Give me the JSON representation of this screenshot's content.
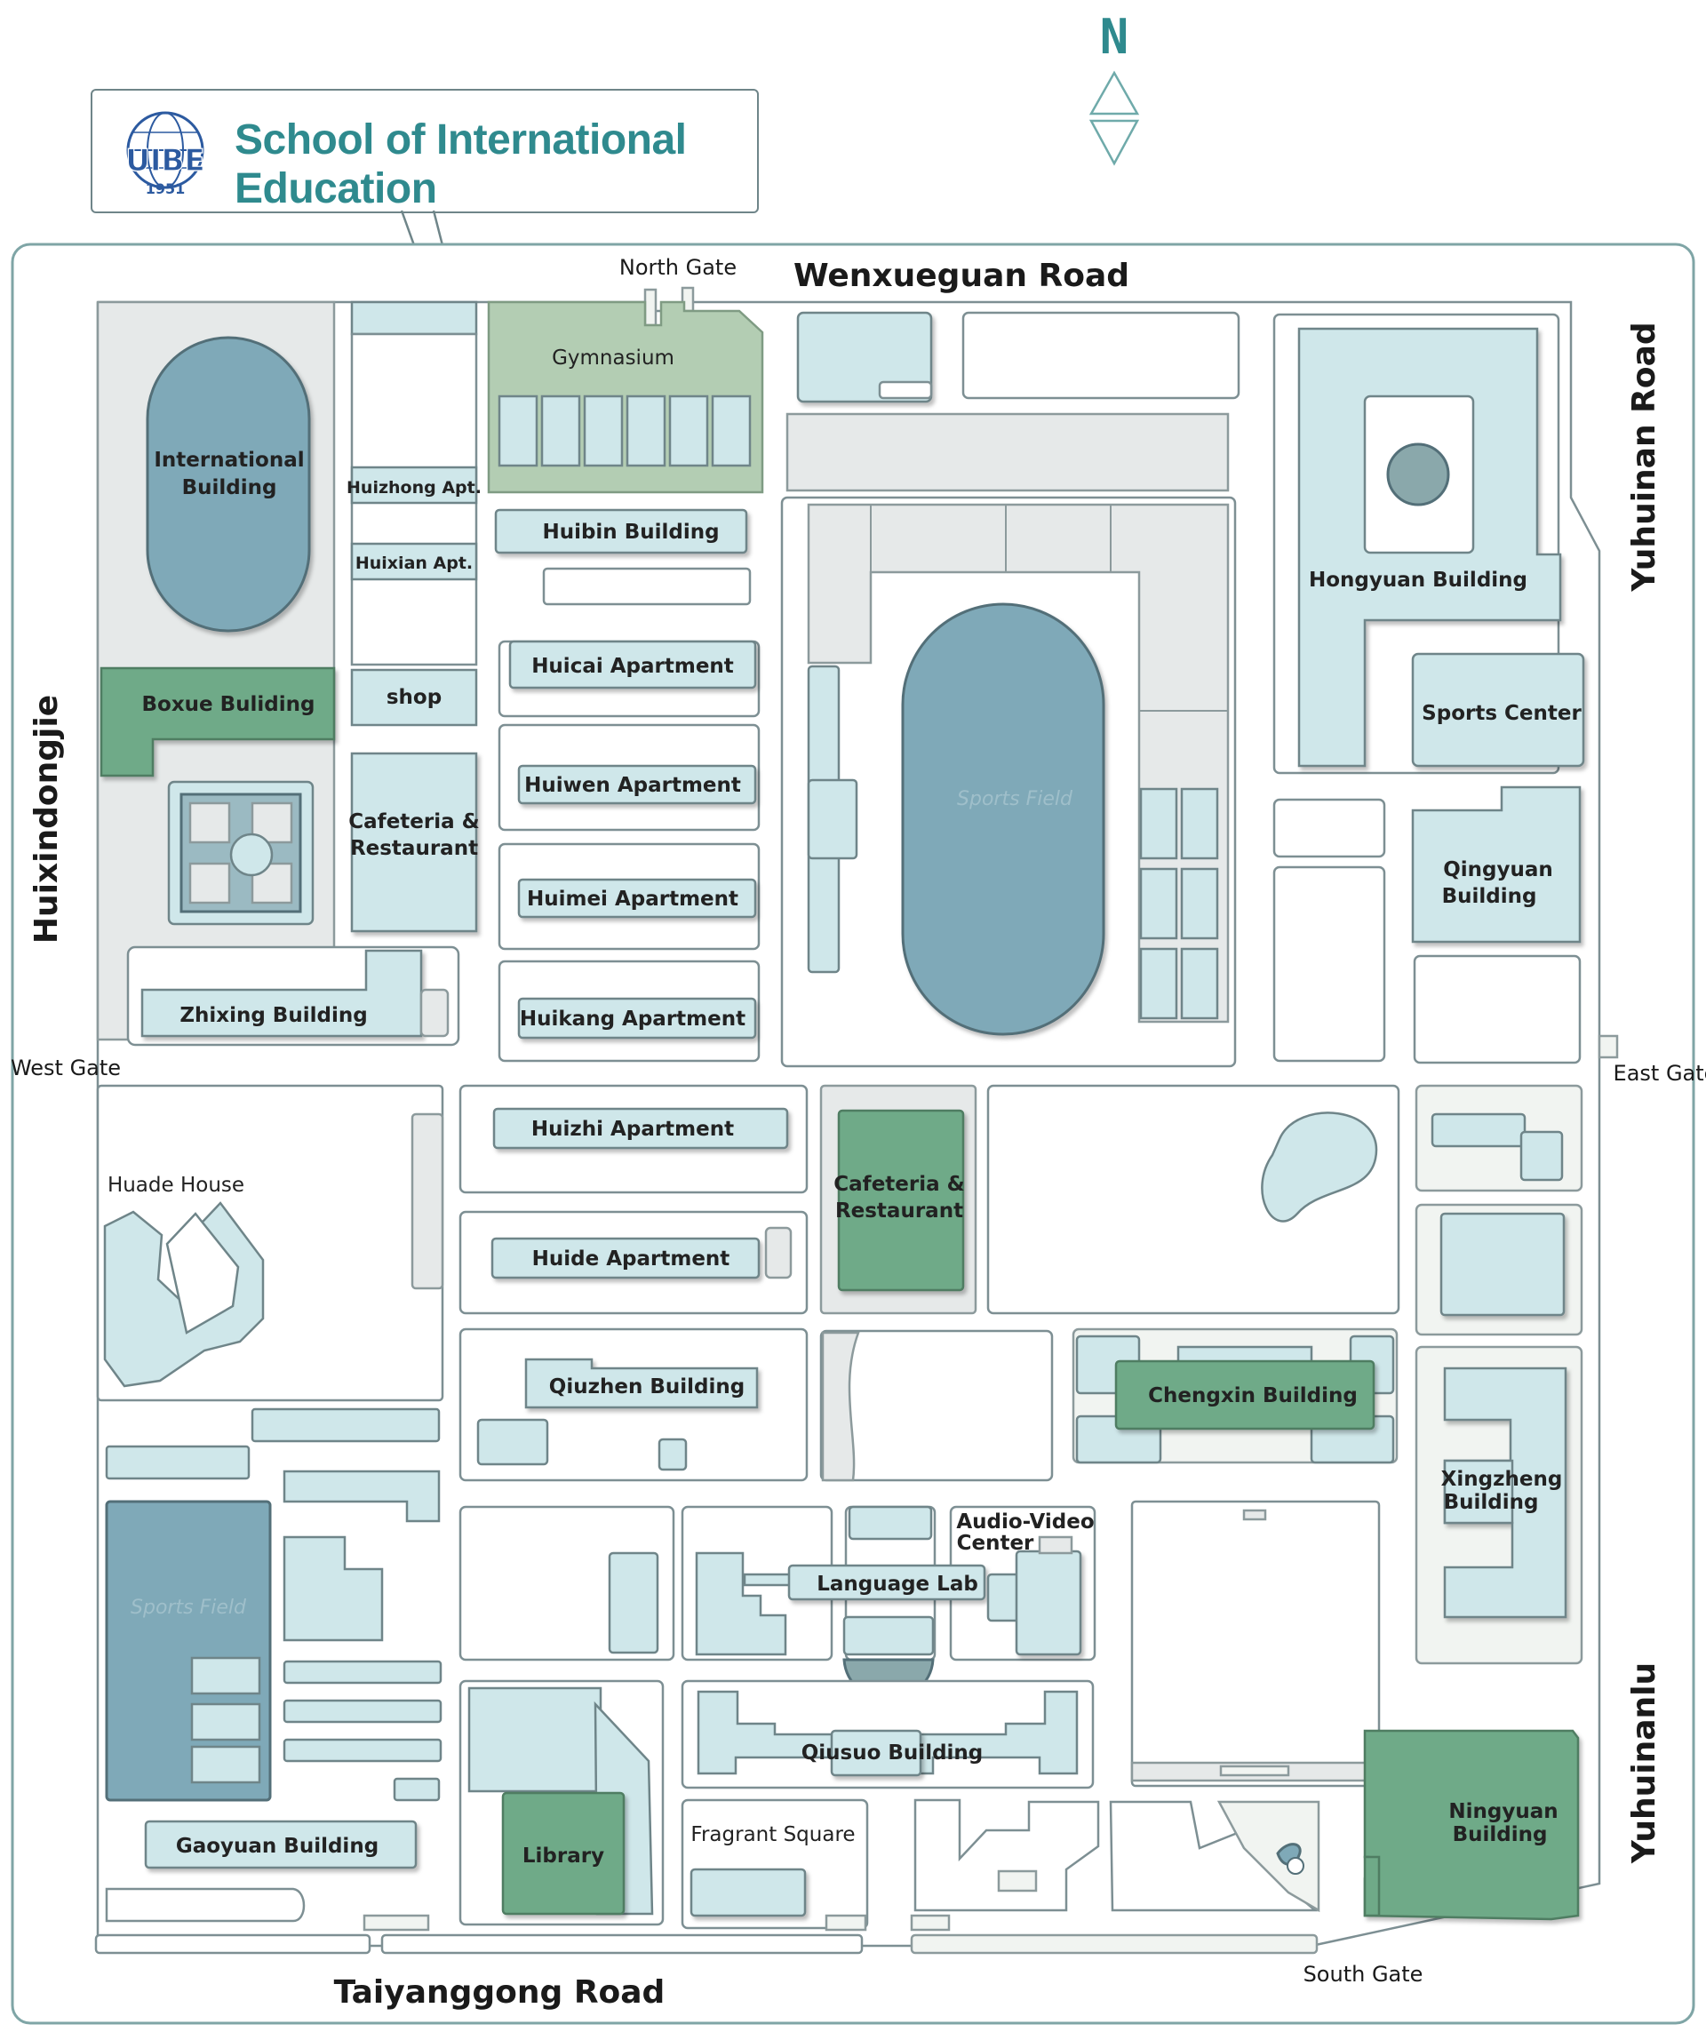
{
  "header": {
    "title": "School of International Education",
    "logo_text": "UIBE",
    "logo_year": "1951"
  },
  "compass": {
    "label": "N"
  },
  "roads": {
    "north": "Wenxueguan Road",
    "east_upper": "Yuhuinan Road",
    "east_lower": "Yuhuinanlu",
    "west": "Huixindongjie",
    "south": "Taiyanggong Road"
  },
  "gates": {
    "north": "North Gate",
    "west": "West Gate",
    "east": "East Gate",
    "south": "South Gate"
  },
  "buildings": {
    "gymnasium": "Gymnasium",
    "international_1": "International",
    "international_2": "Building",
    "huizhong": "Huizhong Apt.",
    "huixian": "Huixian Apt.",
    "huibin": "Huibin Building",
    "huicai": "Huicai Apartment",
    "shop": "shop",
    "boxue": "Boxue Buliding",
    "cafeteria_west_1": "Cafeteria &",
    "cafeteria_west_2": "Restaurant",
    "huiwen": "Huiwen Apartment",
    "huimei": "Huimei Apartment",
    "huikang": "Huikang Apartment",
    "zhixing": "Zhixing Building",
    "hongyuan": "Hongyuan Building",
    "sports_center": "Sports Center",
    "qingyuan_1": "Qingyuan",
    "qingyuan_2": "Building",
    "huade": "Huade House",
    "huizhi": "Huizhi Apartment",
    "huide": "Huide Apartment",
    "cafeteria_center_1": "Cafeteria &",
    "cafeteria_center_2": "Restaurant",
    "qiuzhen": "Qiuzhen Building",
    "chengxin": "Chengxin Building",
    "xingzheng_1": "Xingzheng",
    "xingzheng_2": "Building",
    "audio_video_1": "Audio-Video",
    "audio_video_2": "Center",
    "language_lab": "Language Lab",
    "qiusuo": "Qiusuo Building",
    "library": "Library",
    "fragrant_square": "Fragrant Square",
    "gaoyuan": "Gaoyuan Building",
    "ningyuan_1": "Ningyuan",
    "ningyuan_2": "Building"
  },
  "fields": {
    "central": "Sports Field",
    "southwest": "Sports Field"
  },
  "colors": {
    "building": "#cfe7ea",
    "highlight_green": "#6faa88",
    "gymnasium": "#b3cdb3",
    "sports_field": "#7fa9b8",
    "title_teal": "#2f8a8e",
    "outline": "#6f8589"
  }
}
